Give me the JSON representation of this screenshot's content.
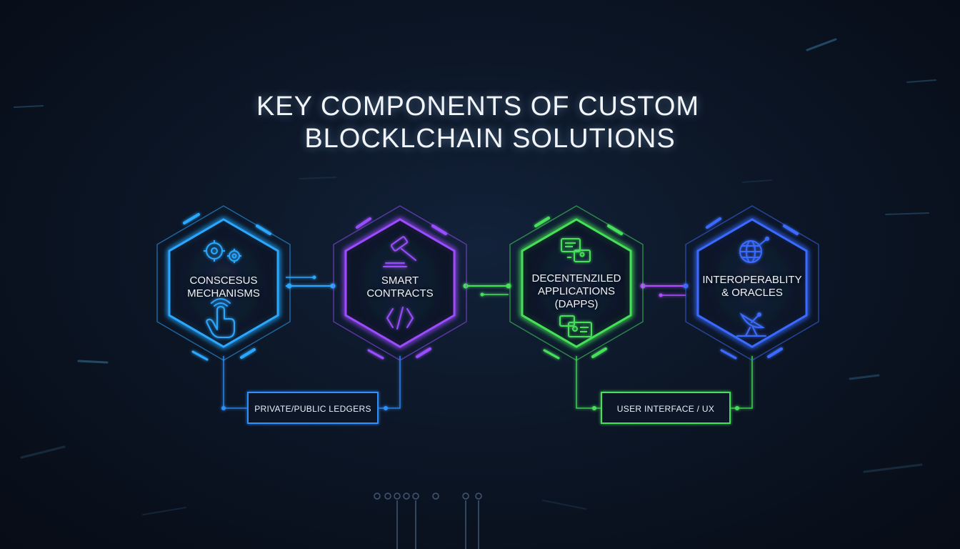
{
  "title": {
    "line1": "KEY COMPONENTS OF CUSTOM",
    "line2": "BLOCKLCHAIN SOLUTIONS"
  },
  "nodes": [
    {
      "id": "consensus",
      "line1": "CONSCESUS",
      "line2": "MECHANISMS",
      "line3": "",
      "color": "#2aa8ff",
      "icons": [
        "gears-icon",
        "hand-touch-icon"
      ]
    },
    {
      "id": "smart-contracts",
      "line1": "SMART",
      "line2": "CONTRACTS",
      "line3": "",
      "color": "#9a4dff",
      "icons": [
        "gavel-icon",
        "code-brackets-icon"
      ]
    },
    {
      "id": "dapps",
      "line1": "DECENTENZILED",
      "line2": "APPLICATIONS",
      "line3": "(DAPPS)",
      "color": "#46e05a",
      "icons": [
        "app-windows-icon",
        "id-card-icon"
      ]
    },
    {
      "id": "interop",
      "line1": "INTEROPERABLITY",
      "line2": "& ORACLES",
      "line3": "",
      "color": "#3b6bff",
      "icons": [
        "globe-icon",
        "satellite-dish-icon"
      ]
    }
  ],
  "boxes": [
    {
      "id": "ledgers",
      "label": "PRIVATE/PUBLIC LEDGERS",
      "color": "#2f8fff"
    },
    {
      "id": "ux",
      "label": "USER INTERFACE / UX",
      "color": "#46e05a"
    }
  ]
}
